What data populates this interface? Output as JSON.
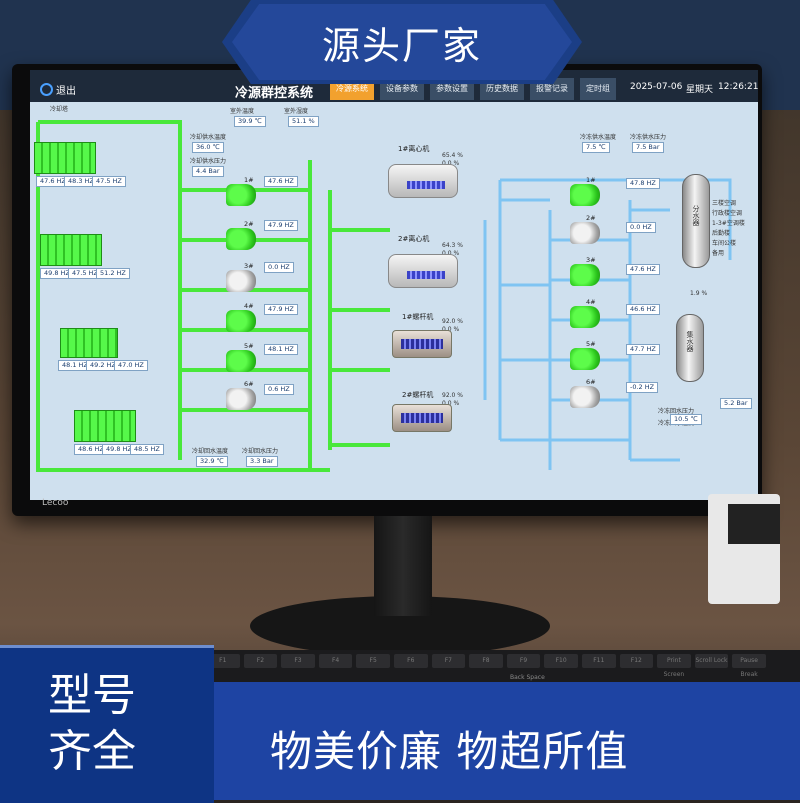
{
  "promo": {
    "banner": "源头厂家",
    "corner_line1": "型号",
    "corner_line2": "齐全",
    "bottom": "物美价廉  物超所值"
  },
  "monitor": {
    "brand": "Lecoo"
  },
  "keyboard": {
    "fkeys": [
      "F1",
      "F2",
      "F3",
      "F4",
      "F5",
      "F6",
      "F7",
      "F8",
      "F9",
      "F10",
      "F11",
      "F12",
      "Print Screen",
      "Scroll Lock",
      "Pause Break"
    ],
    "backspace": "Back Space"
  },
  "app": {
    "exit_label": "退出",
    "system_title": "冷源群控系统",
    "nav": [
      "冷源系统",
      "设备参数",
      "参数设置",
      "历史数据",
      "报警记录",
      "定时组"
    ],
    "date": "2025-07-06",
    "weekday": "星期天",
    "time": "12:26:21",
    "colors": {
      "pipe_green": "#49e83a",
      "pipe_blue": "#7fc4f2",
      "active_tab": "#f2a12e"
    }
  },
  "cooling_towers": {
    "title": "冷却塔",
    "readings": [
      [
        "47.6 HZ",
        "48.3 HZ",
        "47.5 HZ"
      ],
      [
        "49.8 HZ",
        "47.5 HZ",
        "51.2 HZ"
      ],
      [
        "48.1 HZ",
        "49.2 HZ",
        "47.0 HZ"
      ],
      [
        "48.6 HZ",
        "49.8 HZ",
        "48.5 HZ"
      ]
    ]
  },
  "env": {
    "outdoor_temp_label": "室外温度",
    "outdoor_temp": "39.9 ℃",
    "outdoor_humidity_label": "室外湿度",
    "outdoor_humidity": "51.1 %",
    "cw_supply_temp_label": "冷却供水温度",
    "cw_supply_temp": "36.0 ℃",
    "cw_supply_pressure_label": "冷却供水压力",
    "cw_supply_pressure": "4.4 Bar",
    "cw_return_temp_label": "冷却回水温度",
    "cw_return_temp": "32.9 ℃",
    "cw_return_pressure_label": "冷却回水压力",
    "cw_return_pressure": "3.3 Bar",
    "chw_supply_temp_label": "冷冻供水温度",
    "chw_supply_temp": "7.5 ℃",
    "chw_supply_pressure_label": "冷冻供水压力",
    "chw_supply_pressure": "7.5 Bar",
    "chw_return_temp_label": "冷冻回水温度",
    "chw_return_temp": "10.5 ℃",
    "chw_return_pressure_label": "冷冻回水压力",
    "chw_return_pressure": "5.2 Bar",
    "bypass": "1.9 %"
  },
  "cw_pumps": [
    {
      "name": "1#",
      "freq": "47.6 HZ",
      "state": "on"
    },
    {
      "name": "2#",
      "freq": "47.9 HZ",
      "state": "on"
    },
    {
      "name": "3#",
      "freq": "0.0 HZ",
      "state": "off"
    },
    {
      "name": "4#",
      "freq": "47.9 HZ",
      "state": "on"
    },
    {
      "name": "5#",
      "freq": "48.1 HZ",
      "state": "on"
    },
    {
      "name": "6#",
      "freq": "0.6 HZ",
      "state": "off"
    }
  ],
  "chillers": [
    {
      "name": "1#离心机",
      "load": "65.4 %",
      "sub": "0.0 %",
      "kind": "centrifugal"
    },
    {
      "name": "2#离心机",
      "load": "64.3 %",
      "sub": "0.0 %",
      "kind": "centrifugal"
    },
    {
      "name": "1#螺杆机",
      "load": "92.0 %",
      "sub": "0.0 %",
      "kind": "screw"
    },
    {
      "name": "2#螺杆机",
      "load": "92.0 %",
      "sub": "0.0 %",
      "kind": "screw"
    }
  ],
  "chw_pumps": [
    {
      "name": "1#",
      "freq": "47.8 HZ",
      "state": "on"
    },
    {
      "name": "2#",
      "freq": "0.0 HZ",
      "state": "off"
    },
    {
      "name": "3#",
      "freq": "47.6 HZ",
      "state": "on"
    },
    {
      "name": "4#",
      "freq": "46.6 HZ",
      "state": "on"
    },
    {
      "name": "5#",
      "freq": "47.7 HZ",
      "state": "on"
    },
    {
      "name": "6#",
      "freq": "-0.2 HZ",
      "state": "off"
    }
  ],
  "headers": {
    "supply": "分水器",
    "return": "集水器"
  },
  "branches": [
    "三楼空调",
    "行政楼空调",
    "1-3#空调楼",
    "后勤楼",
    "车间公楼",
    "备用"
  ]
}
